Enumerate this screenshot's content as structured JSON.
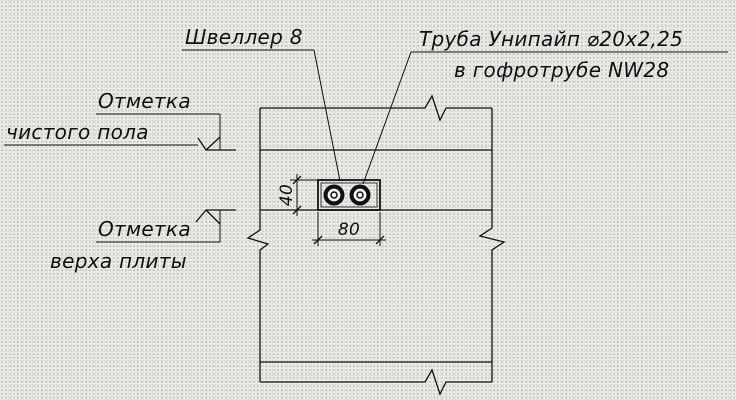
{
  "labels": {
    "channel": "Швеллер 8",
    "pipe_line1": "Труба Унипайп ⌀20х2,25",
    "pipe_line2": "в гофротрубе NW28",
    "floor_line1": "Отметка",
    "floor_line2": "чистого пола",
    "slab_line1": "Отметка",
    "slab_line2": "верха плиты"
  },
  "dimensions": {
    "height": "40",
    "width": "80"
  }
}
